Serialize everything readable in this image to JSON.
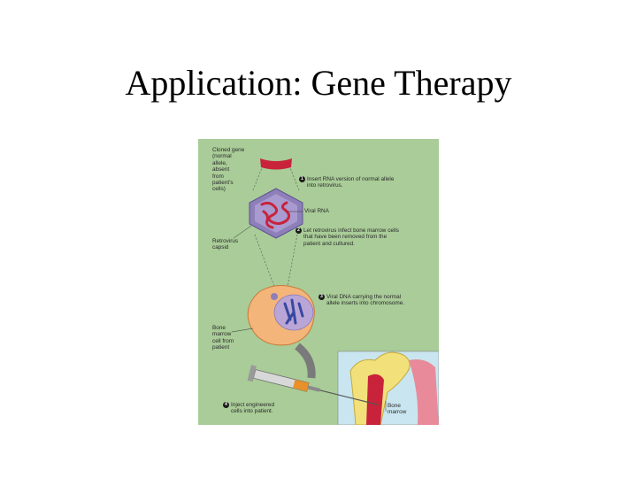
{
  "slide": {
    "title": "Application: Gene Therapy"
  },
  "figure": {
    "labels": {
      "cloned_gene": "Cloned gene\n(normal\nallele,\nabsent\nfrom\npatient's\ncells)",
      "viral_rna": "Viral RNA",
      "retrovirus_capsid": "Retrovirus\ncapsid",
      "bone_marrow_cell": "Bone\nmarrow\ncell from\npatient",
      "bone_marrow": "Bone\nmarrow"
    },
    "steps": [
      {
        "num": "1",
        "text": "Insert RNA version of normal allele\ninto retrovirus."
      },
      {
        "num": "2",
        "text": "Let retrovirus infect bone marrow cells\nthat have been removed from the\npatient and cultured."
      },
      {
        "num": "3",
        "text": "Viral DNA carrying the normal\nallele inserts into chromosome."
      },
      {
        "num": "4",
        "text": "Inject engineered\ncells into patient."
      }
    ],
    "colors": {
      "background": "#a9cc98",
      "gene_red": "#c8233a",
      "capsid_purple": "#8d7fb8",
      "cell_orange": "#f4b57a",
      "nucleus_purple": "#b9a6d6",
      "chromosome_blue": "#3848a0",
      "bone_yellow": "#f2e07a",
      "syringe_orange": "#e8902a"
    }
  }
}
